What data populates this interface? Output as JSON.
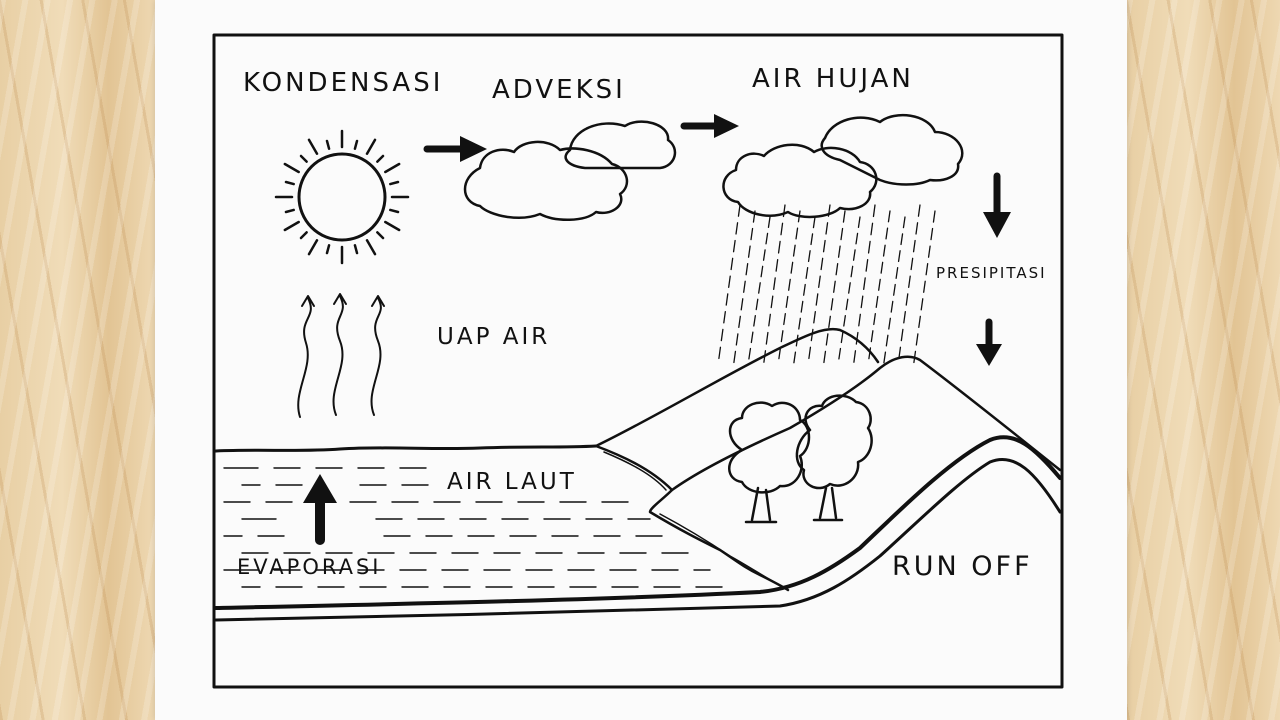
{
  "diagram": {
    "labels": {
      "kondensasi": "KONDENSASI",
      "adveksi": "ADVEKSI",
      "air_hujan": "AIR HUJAN",
      "presipitasi": "PRESIPITASI",
      "uap_air": "UAP AIR",
      "air_laut": "AIR LAUT",
      "evaporasi": "EVAPORASI",
      "run_off": "RUN OFF"
    }
  },
  "colors": {
    "ink": "#111111",
    "paper": "#fbfbfb",
    "wood": "#e9cfa6"
  }
}
